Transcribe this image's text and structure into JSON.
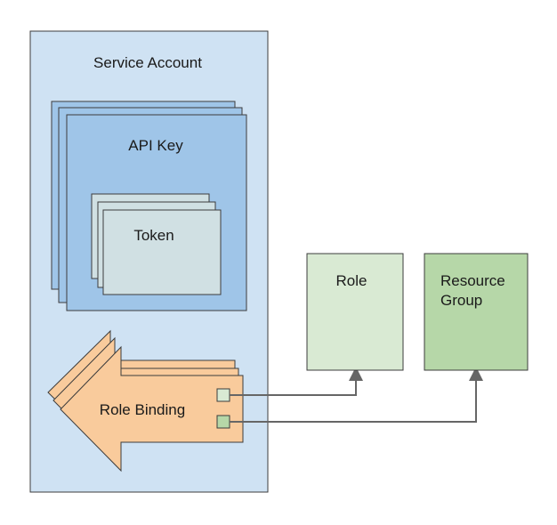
{
  "service_account": {
    "label": "Service Account"
  },
  "api_key": {
    "label": "API Key"
  },
  "token": {
    "label": "Token"
  },
  "role_binding": {
    "label": "Role Binding"
  },
  "role": {
    "label": "Role"
  },
  "resource_group": {
    "label_line1": "Resource",
    "label_line2": "Group"
  },
  "colors": {
    "service_account_fill": "#cfe2f3",
    "api_key_fill": "#9fc5e8",
    "token_fill": "#d0e0e3",
    "role_binding_fill": "#f9cb9c",
    "role_fill": "#d9ead3",
    "resource_group_fill": "#b6d7a8",
    "port_fill": "#b6d7a8",
    "connector_stroke": "#666666"
  }
}
